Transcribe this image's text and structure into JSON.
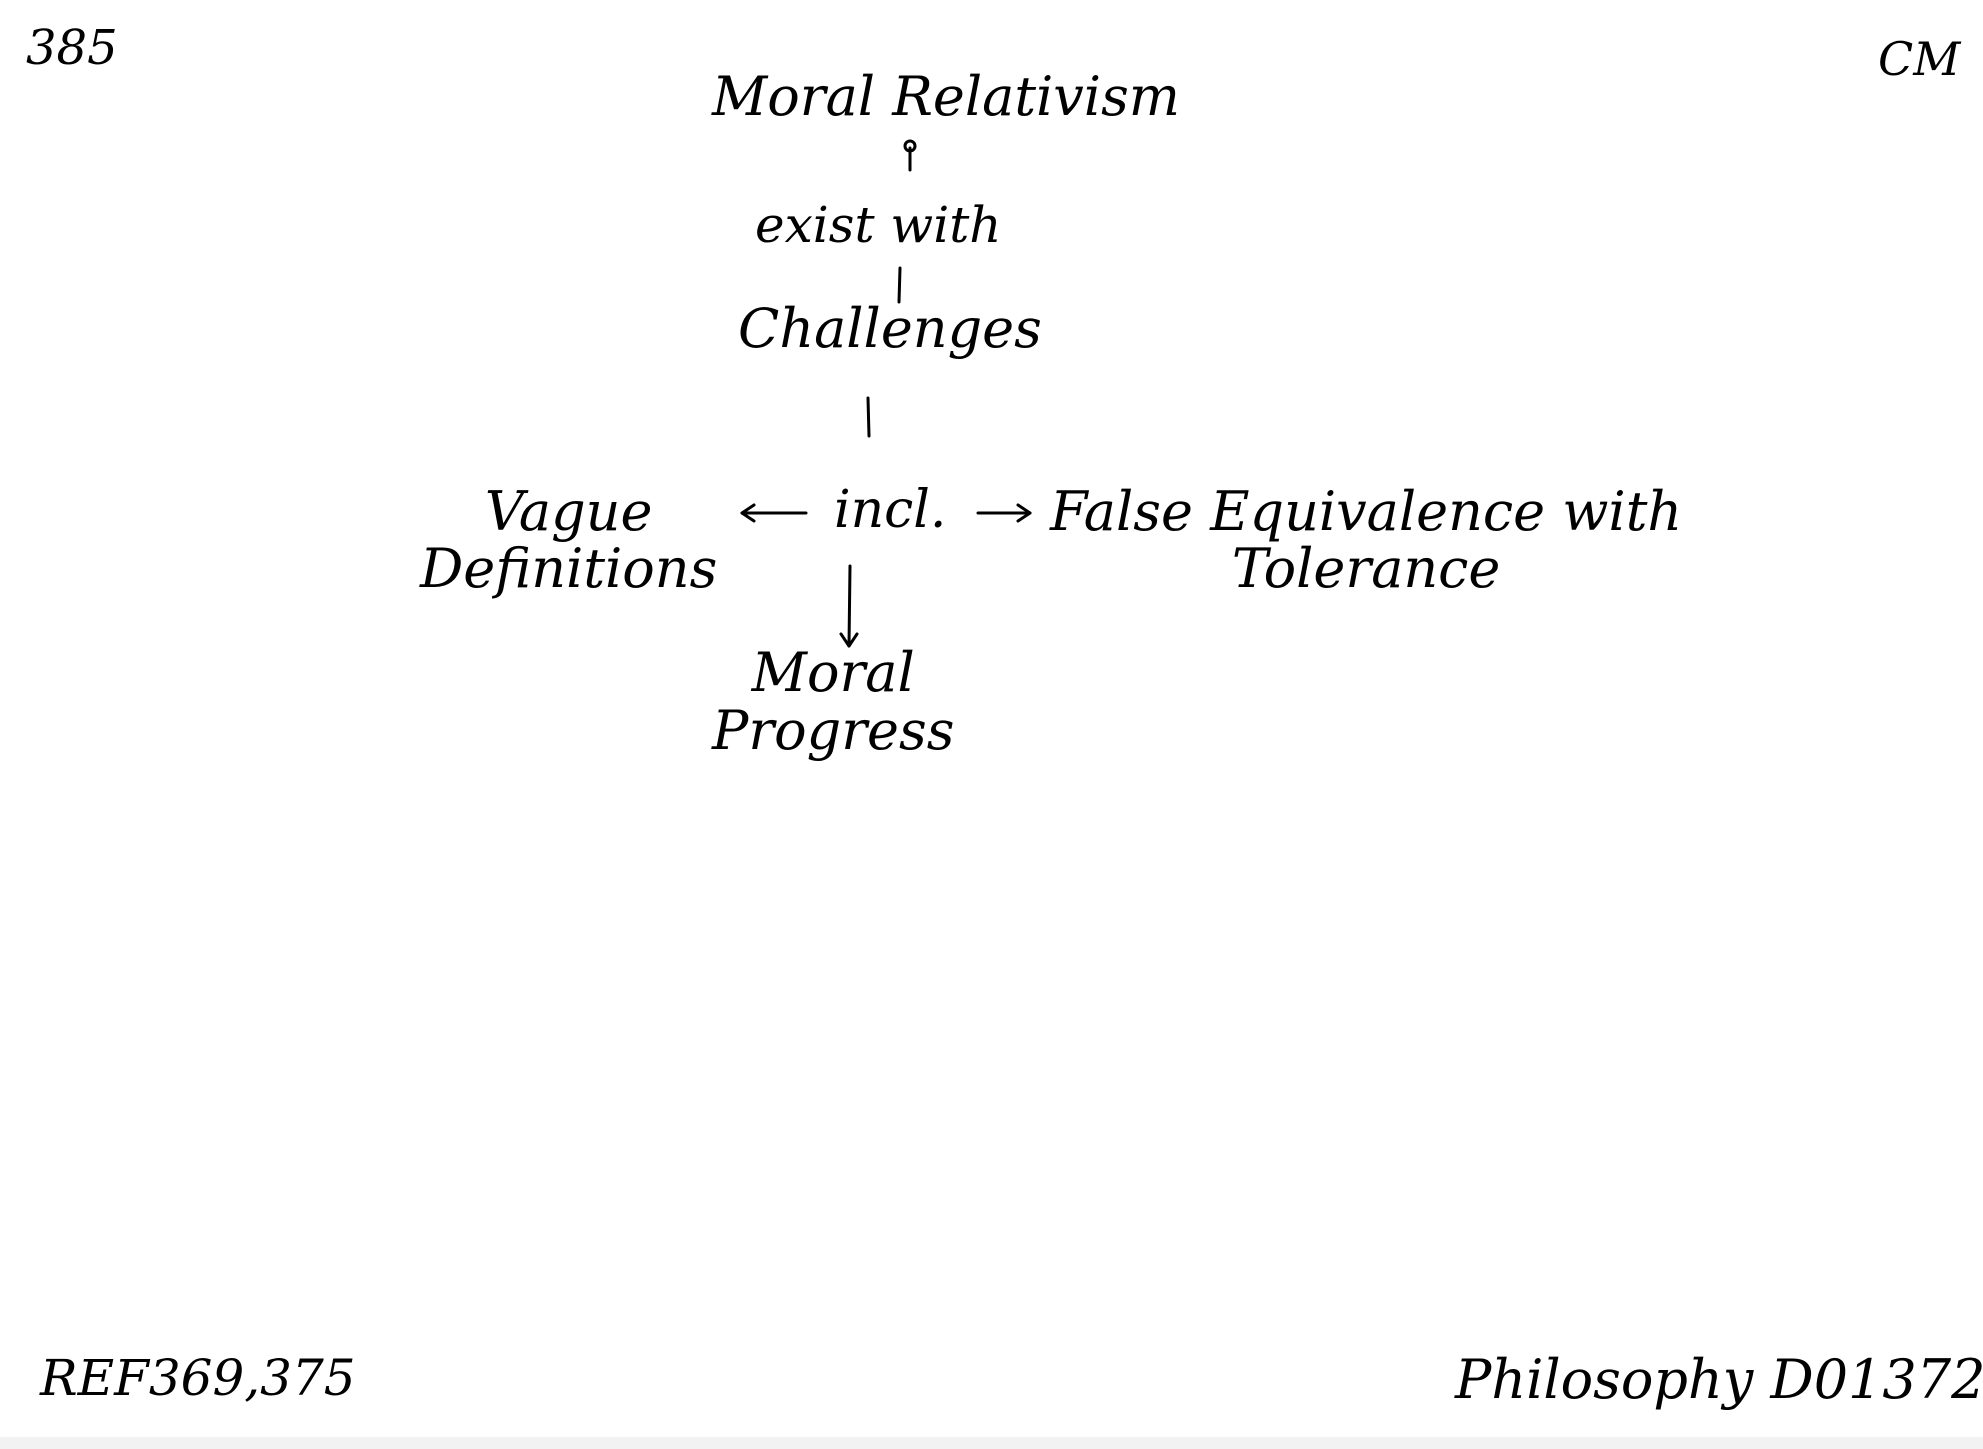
{
  "corner": {
    "number": "385",
    "initials": "CM"
  },
  "diagram": {
    "root": "Moral Relativism",
    "relation": "exist with",
    "challenges": "Challenges",
    "hub": "incl.",
    "left": {
      "line1": "Vague",
      "line2": "Definitions"
    },
    "right": {
      "line1": "False Equivalence with",
      "line2": "Tolerance"
    },
    "down": {
      "line1": "Moral",
      "line2": "Progress"
    }
  },
  "footer": {
    "ref": "REF369,375",
    "subject": "Philosophy D01372"
  }
}
